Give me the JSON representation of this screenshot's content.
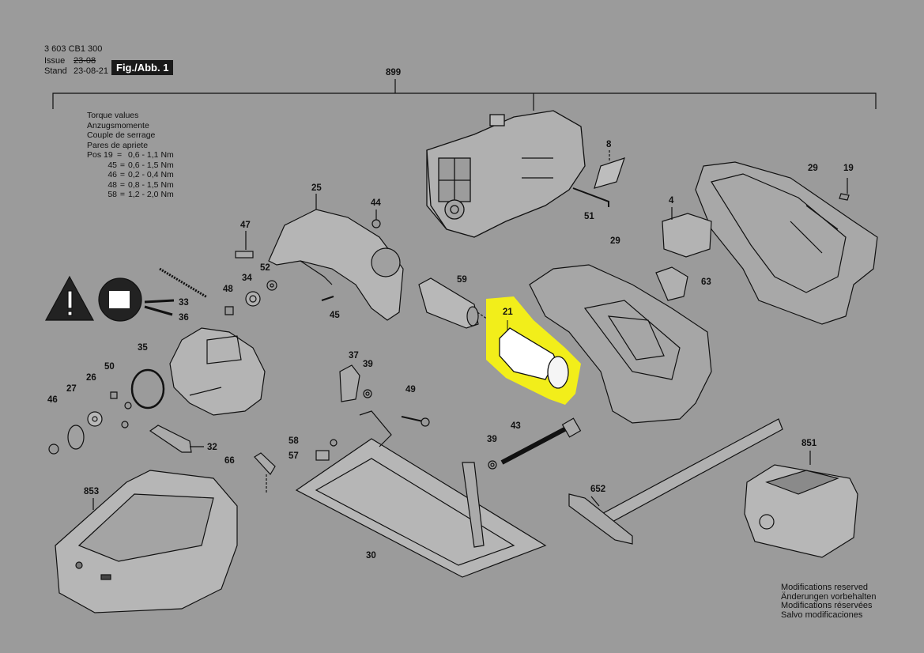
{
  "header": {
    "doc_number": "3 603 CB1 300",
    "issue_label": "Issue",
    "issue_value": "23-08",
    "stand_label": "Stand",
    "stand_value": "23-08-21",
    "figure_label": "Fig./Abb. 1"
  },
  "torque": {
    "lines": [
      "Torque values",
      "Anzugsmomente",
      "Couple de serrage",
      "Pares de apriete"
    ],
    "rows": [
      {
        "pos": "Pos 19",
        "eq": "=",
        "value": "0,6 - 1,1 Nm"
      },
      {
        "pos": "45",
        "eq": "=",
        "value": "0,6 - 1,5 Nm"
      },
      {
        "pos": "46",
        "eq": "=",
        "value": "0,2 - 0,4 Nm"
      },
      {
        "pos": "48",
        "eq": "=",
        "value": "0,8 - 1,5 Nm"
      },
      {
        "pos": "58",
        "eq": "=",
        "value": "1,2 - 2,0 Nm"
      }
    ]
  },
  "parts": {
    "p899": "899",
    "p8": "8",
    "p29a": "29",
    "p19": "19",
    "p25": "25",
    "p44": "44",
    "p47": "47",
    "p51": "51",
    "p4": "4",
    "p52": "52",
    "p34": "34",
    "p48": "48",
    "p59": "59",
    "p29b": "29",
    "p63": "63",
    "p33": "33",
    "p36": "36",
    "p45": "45",
    "p21": "21",
    "p35": "35",
    "p37": "37",
    "p39a": "39",
    "p50": "50",
    "p26": "26",
    "p27": "27",
    "p46": "46",
    "p49": "49",
    "p43": "43",
    "p32": "32",
    "p58": "58",
    "p57": "57",
    "p66": "66",
    "p39b": "39",
    "p851": "851",
    "p853": "853",
    "p652": "652",
    "p30": "30"
  },
  "modifications": [
    "Modifications reserved",
    "Änderungen vorbehalten",
    "Modifications réservées",
    "Salvo modificaciones"
  ],
  "colors": {
    "background": "#9b9b9b",
    "highlight": "#f2ee1a",
    "ink": "#111111"
  }
}
